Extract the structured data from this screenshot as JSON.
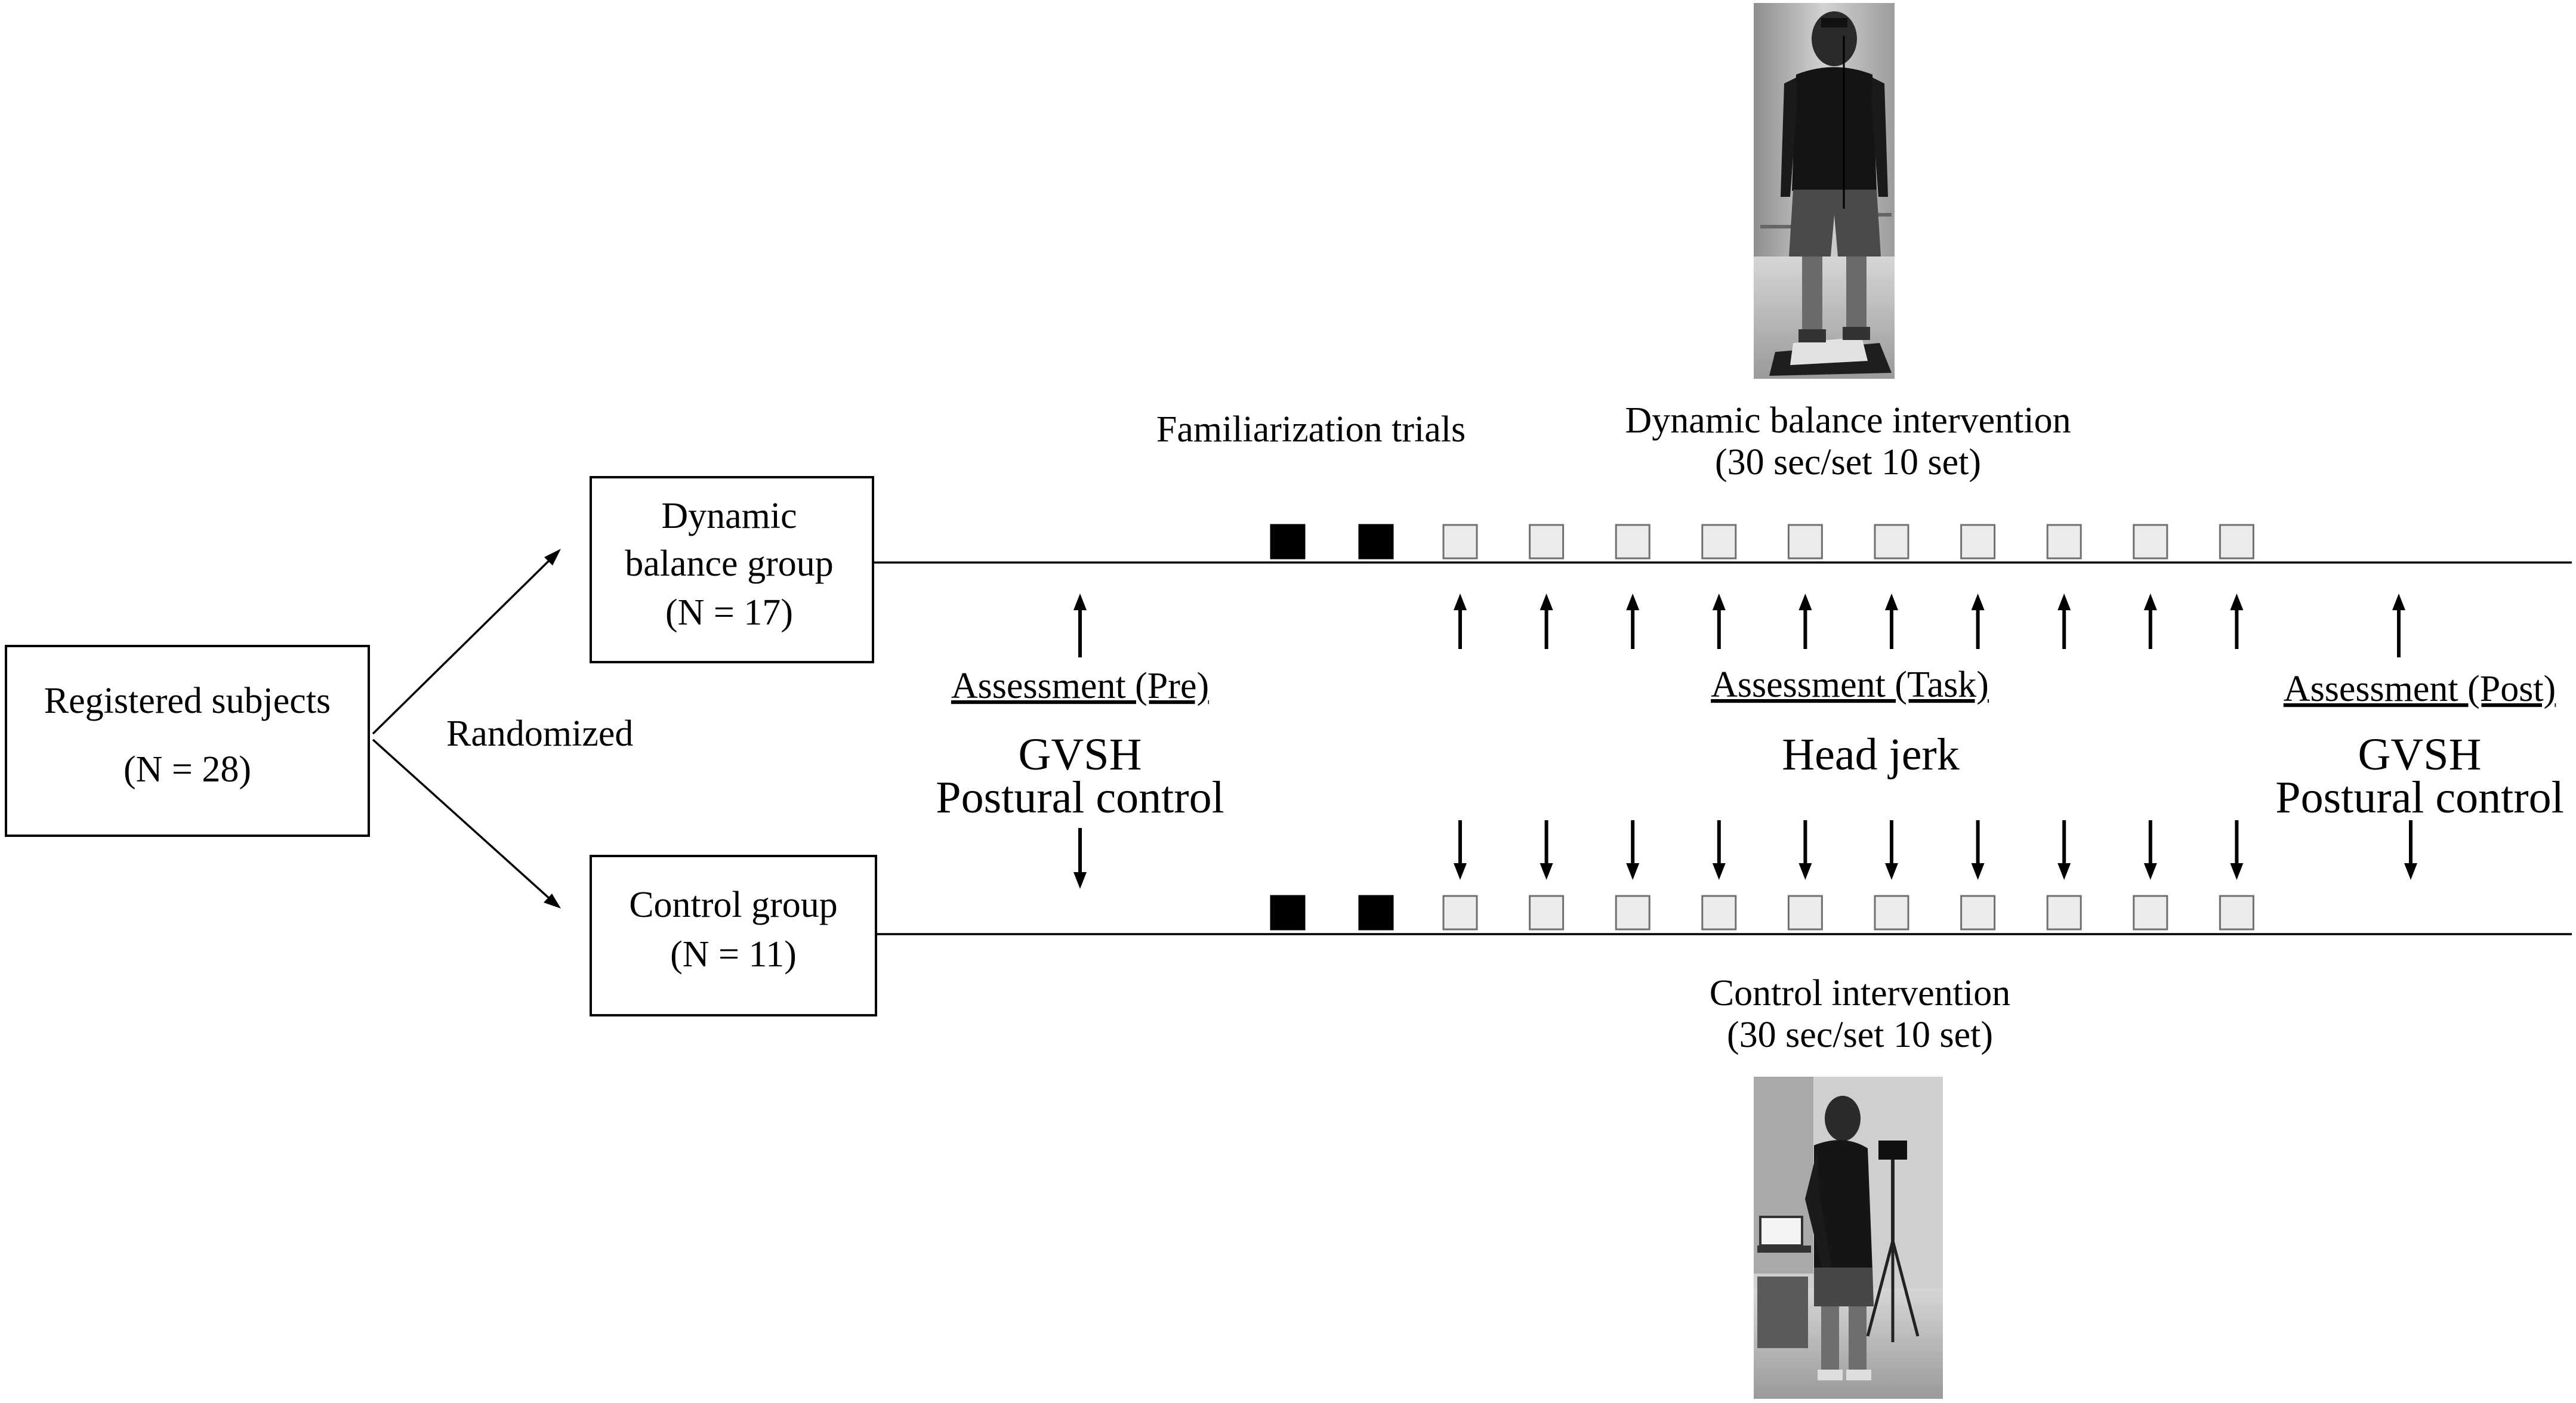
{
  "flow": {
    "registered": {
      "line1": "Registered subjects",
      "line2": "(N = 28)"
    },
    "randomized": "Randomized",
    "dynamic_group": {
      "line1": "Dynamic",
      "line2": "balance group",
      "line3": "(N = 17)"
    },
    "control_group": {
      "line1": "Control group",
      "line2": "(N = 11)"
    }
  },
  "timeline": {
    "familiarization_label": "Familiarization trials",
    "familiarization_count": 2,
    "intervention_sets": 10,
    "dynamic_intervention": {
      "line1": "Dynamic balance intervention",
      "line2": "(30 sec/set 10 set)"
    },
    "control_intervention": {
      "line1": "Control intervention",
      "line2": "(30 sec/set 10 set)"
    }
  },
  "assessments": {
    "pre": {
      "title": "Assessment (Pre)",
      "line1": "GVSH",
      "line2": "Postural control"
    },
    "task": {
      "title": "Assessment (Task)",
      "line1": "Head jerk"
    },
    "post": {
      "title": "Assessment (Post)",
      "line1": "GVSH",
      "line2": "Postural control"
    }
  },
  "photos": {
    "top_icon": "person-standing-on-balance-board-photo",
    "bottom_icon": "person-standing-with-camera-photo"
  },
  "colors": {
    "foreground": "#000000",
    "background": "#ffffff",
    "set_fill": "#ececec",
    "photo_bg": "#bdbdbd"
  }
}
